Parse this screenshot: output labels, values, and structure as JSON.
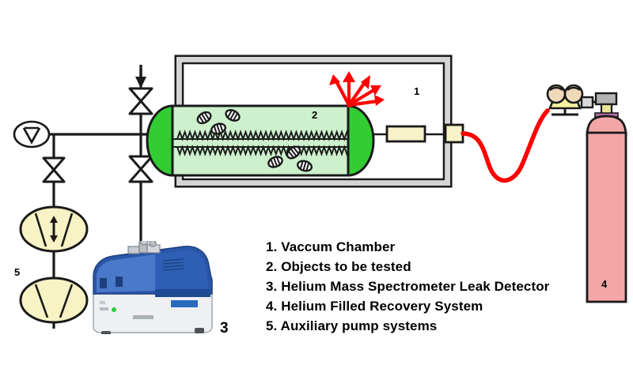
{
  "figure": {
    "title": "Helium mass spectrometer leak detection schematic",
    "background_color": "#ffffff"
  },
  "legend": {
    "items": [
      "1. Vaccum Chamber",
      "2. Objects to be tested",
      "3. Helium Mass Spectrometer Leak Detector",
      "4. Helium Filled Recovery System",
      "5. Auxiliary pump systems"
    ]
  },
  "callouts": {
    "chamber": "1",
    "test_object": "2",
    "detector": "3",
    "recovery_system": "4",
    "pumps": "5"
  },
  "components": {
    "vacuum_chamber": {
      "name": "vacuum-chamber",
      "wall_color": "#d9d9d9",
      "outline_color": "#000000"
    },
    "test_vessel": {
      "name": "test-vessel",
      "body_color": "#cdf0cd",
      "cap_color": "#33cc33",
      "outline_color": "#000000"
    },
    "leak_arrows": {
      "name": "leak-arrows",
      "color": "#ff0000",
      "count": 5
    },
    "helium_hose": {
      "name": "helium-hose",
      "color": "#ff0000"
    },
    "gas_cylinder": {
      "name": "gas-cylinder",
      "body_color": "#f4a6a6",
      "valve_color": "#b3b3b3",
      "neck_color": "#e8e49a",
      "collar_color": "#b36ba8"
    },
    "regulator": {
      "name": "pressure-regulator",
      "body_color": "#f7f2a0",
      "gauge_face_color": "#f0d9b8"
    },
    "leak_detector": {
      "name": "leak-detector-instrument",
      "top_color": "#2a56a8",
      "base_color": "#eef0f2",
      "logo_color": "#2a6bbd"
    },
    "pumps": {
      "name": "auxiliary-pumps",
      "fill_color": "#f7f3c4",
      "outline_color": "#000000",
      "count": 2
    },
    "valves": {
      "name": "bowtie-valves",
      "fill_color": "#ffffff",
      "outline_color": "#000000",
      "count": 3
    },
    "inline_fitting": {
      "name": "inline-fitting",
      "fill_color": "#f7f2c8"
    },
    "gauge": {
      "name": "vacuum-gauge",
      "fill_color": "#ffffff"
    },
    "piping": {
      "name": "piping",
      "color": "#000000"
    },
    "inlet_arrow": {
      "name": "inlet-arrow",
      "color": "#000000"
    }
  }
}
